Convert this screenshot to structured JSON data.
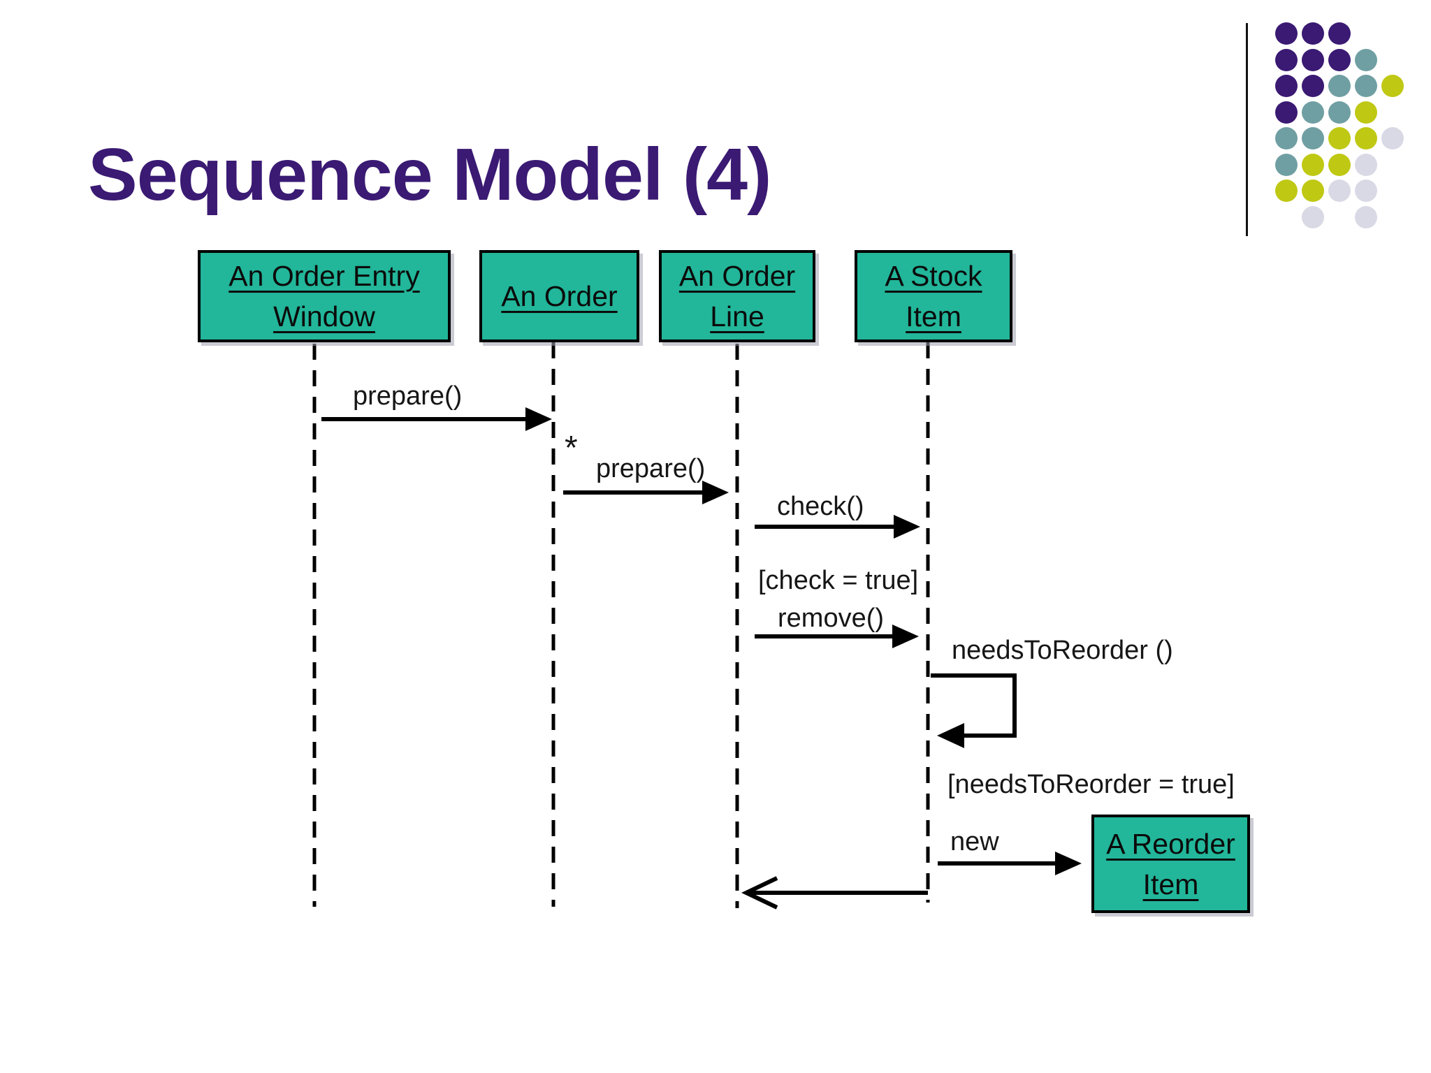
{
  "slide": {
    "title": "Sequence Model (4)",
    "title_color": "#3A1A73",
    "background": "#FFFFFF"
  },
  "decoration": {
    "divider_color": "#111111",
    "dot_colors": {
      "P": "#3A1A73",
      "T": "#6F9FA2",
      "Y": "#BFC813",
      "L": "#D9D9E6"
    },
    "dot_rows": [
      "PPP--",
      "PPPT-",
      "PPTTY",
      "PTTY-",
      "TTYYL",
      "TYYL-",
      "YYLL-",
      "-L-L-"
    ]
  },
  "diagram": {
    "type": "uml-sequence",
    "box_fill": "#22B69A",
    "objects": [
      {
        "id": "order-entry-window",
        "lines": [
          "An Order Entry",
          "Window"
        ]
      },
      {
        "id": "order",
        "lines": [
          "An Order",
          ""
        ]
      },
      {
        "id": "order-line",
        "lines": [
          "An Order",
          "Line"
        ]
      },
      {
        "id": "stock-item",
        "lines": [
          "A Stock",
          "Item"
        ]
      },
      {
        "id": "reorder-item",
        "lines": [
          "A Reorder",
          "Item"
        ]
      }
    ],
    "messages": [
      {
        "from": "order-entry-window",
        "to": "order",
        "label": "prepare()"
      },
      {
        "from": "order",
        "to": "order-line",
        "label": "prepare()",
        "multiplicity": "*"
      },
      {
        "from": "order-line",
        "to": "stock-item",
        "label": "check()"
      },
      {
        "from": "order-line",
        "to": "stock-item",
        "label": "remove()",
        "guard": "[check = true]"
      },
      {
        "from": "stock-item",
        "to": "stock-item",
        "label": "needsToReorder ()",
        "kind": "self"
      },
      {
        "from": "stock-item",
        "to": "reorder-item",
        "label": "new",
        "guard": "[needsToReorder = true]",
        "kind": "create"
      },
      {
        "from": "stock-item",
        "to": "order-line",
        "label": "",
        "kind": "return"
      }
    ]
  }
}
